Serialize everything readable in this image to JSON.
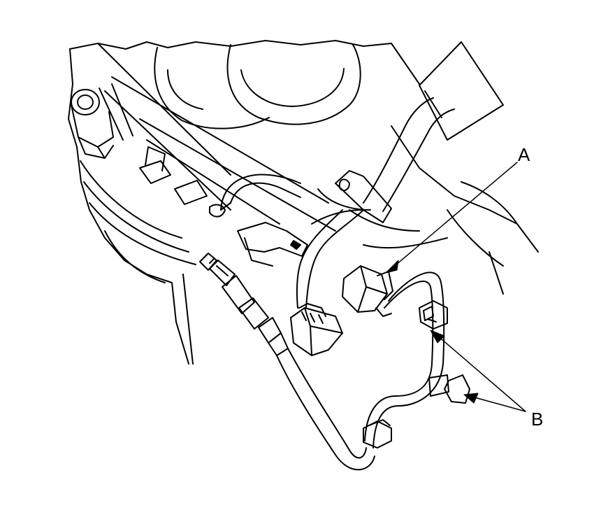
{
  "figure": {
    "callouts": [
      {
        "id": "A",
        "text": "A",
        "target": "sensor-connector"
      },
      {
        "id": "B",
        "text": "B",
        "target": "harness-clips"
      }
    ]
  },
  "colors": {
    "line": "#000000",
    "background": "#ffffff"
  }
}
